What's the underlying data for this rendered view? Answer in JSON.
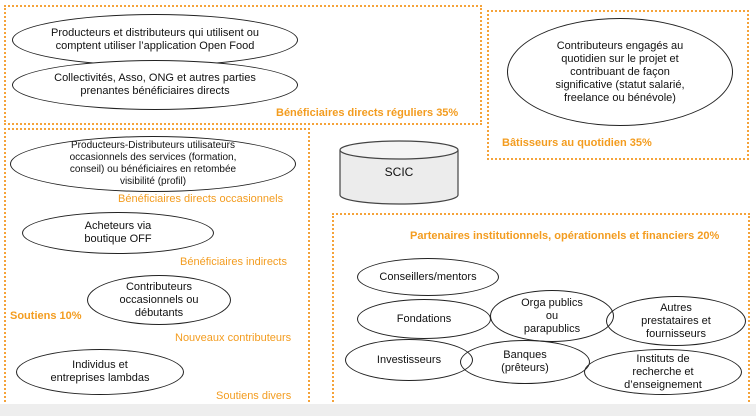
{
  "groups": {
    "beneficiaires_reguliers": {
      "label": "Bénéficiaires directs réguliers 35%",
      "items": [
        "Producteurs et distributeurs qui utilisent ou\ncomptent utiliser l’application Open Food",
        "Collectivités, Asso, ONG et autres parties\nprenantes bénéficiaires directs"
      ]
    },
    "batisseurs": {
      "label": "Bâtisseurs au quotidien 35%",
      "item": "Contributeurs engagés au\nquotidien sur le projet et\ncontribuant de façon\nsignificative (statut salarié,\nfreelance ou bénévole)"
    },
    "soutiens": {
      "label": "Soutiens 10%",
      "subgroups": [
        {
          "item": "Producteurs-Distributeurs utilisateurs\noccasionnels des services (formation,\nconseil) ou bénéficiaires en retombée\nvisibilité (profil)",
          "label": "Bénéficiaires directs occasionnels"
        },
        {
          "item": "Acheteurs via\nboutique OFF",
          "label": "Bénéficiaires indirects"
        },
        {
          "item": "Contributeurs\noccasionnels ou\ndébutants",
          "label": "Nouveaux contributeurs"
        },
        {
          "item": "Individus et\nentreprises lambdas",
          "label": "Soutiens divers"
        }
      ]
    },
    "partenaires": {
      "label": "Partenaires institutionnels, opérationnels et financiers 20%",
      "items": {
        "conseillers": "Conseillers/mentors",
        "fondations": "Fondations",
        "orga_publics": "Orga publics\nou\nparapublics",
        "autres": "Autres\nprestataires et\nfournisseurs",
        "investisseurs": "Investisseurs",
        "banques": "Banques\n(prêteurs)",
        "instituts": "Instituts de\nrecherche et\nd’enseignement"
      }
    }
  },
  "center": {
    "label": "SCIC"
  }
}
